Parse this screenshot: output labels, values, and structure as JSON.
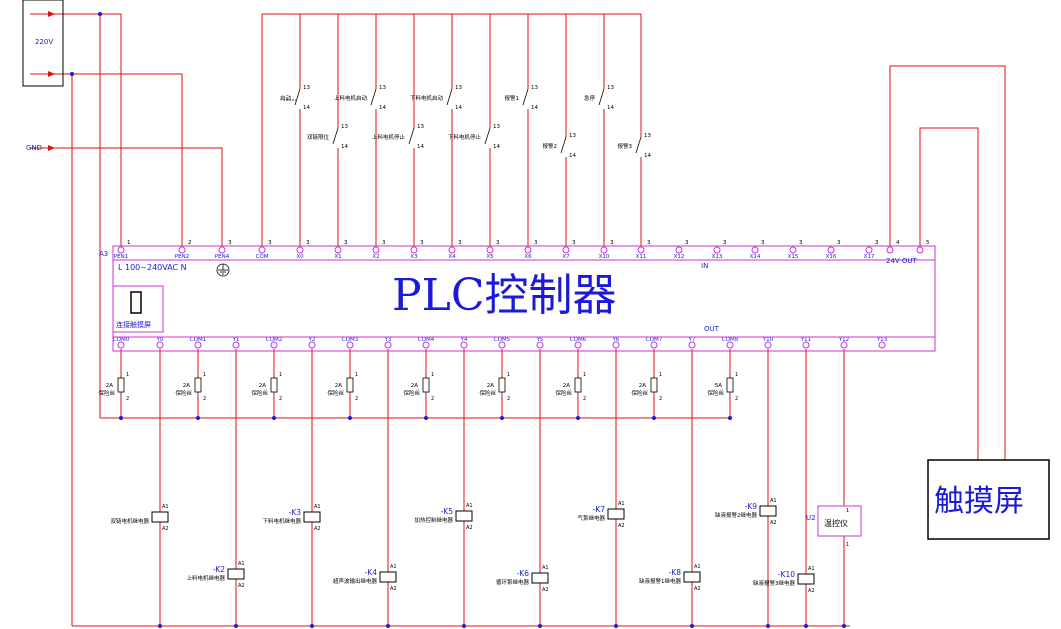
{
  "colors": {
    "wire": "#e01010",
    "plc": "#cc33cc",
    "node": "#1a1ad8",
    "text_blue": "#1a1ad8",
    "black": "#000000"
  },
  "power": {
    "voltage_label": "220V",
    "gnd_label": "GND"
  },
  "plc": {
    "title": "PLC控制器",
    "ref": "A3",
    "supply_text": "L 100~240VAC N",
    "in_label": "IN",
    "out_label": "OUT",
    "out24_label": "24V OUT",
    "connect_label": "连接触摸屏",
    "top_terminals": [
      "PEN1",
      "PEN2",
      "PEN4",
      "COM",
      "X0",
      "X1",
      "X2",
      "X3",
      "X4",
      "X5",
      "X6",
      "X7",
      "X10",
      "X11",
      "X12",
      "X13",
      "X14",
      "X15",
      "X16",
      "X17",
      "",
      ""
    ],
    "top_pins": [
      "1",
      "2",
      "3",
      "3",
      "3",
      "3",
      "3",
      "3",
      "3",
      "3",
      "3",
      "3",
      "3",
      "3",
      "3",
      "3",
      "3",
      "3",
      "3",
      "3",
      "4",
      "5"
    ],
    "bottom_terminals": [
      "COM0",
      "Y0",
      "COM1",
      "Y1",
      "COM2",
      "Y2",
      "COM3",
      "Y3",
      "COM4",
      "Y4",
      "COM5",
      "Y5",
      "COM6",
      "Y6",
      "COM7",
      "Y7",
      "COM8",
      "Y10",
      "Y11",
      "Y12",
      "Y13"
    ]
  },
  "switches": [
    {
      "label": "启动",
      "pin_a": "13",
      "pin_b": "14"
    },
    {
      "label": "双链限位",
      "pin_a": "13",
      "pin_b": "14"
    },
    {
      "label": "上料电机启动",
      "pin_a": "13",
      "pin_b": "14"
    },
    {
      "label": "上料电机停止",
      "pin_a": "13",
      "pin_b": "14"
    },
    {
      "label": "下料电机启动",
      "pin_a": "13",
      "pin_b": "14"
    },
    {
      "label": "下料电机停止",
      "pin_a": "13",
      "pin_b": "14"
    },
    {
      "label": "报警1",
      "pin_a": "13",
      "pin_b": "14"
    },
    {
      "label": "报警2",
      "pin_a": "13",
      "pin_b": "14"
    },
    {
      "label": "急停",
      "pin_a": "13",
      "pin_b": "14"
    },
    {
      "label": "报警3",
      "pin_a": "13",
      "pin_b": "14"
    }
  ],
  "fuses": [
    {
      "rating": "2A",
      "label": "保险丝"
    },
    {
      "rating": "2A",
      "label": "保险丝"
    },
    {
      "rating": "2A",
      "label": "保险丝"
    },
    {
      "rating": "2A",
      "label": "保险丝"
    },
    {
      "rating": "2A",
      "label": "保险丝"
    },
    {
      "rating": "2A",
      "label": "保险丝"
    },
    {
      "rating": "2A",
      "label": "保险丝"
    },
    {
      "rating": "2A",
      "label": "保险丝"
    },
    {
      "rating": "5A",
      "label": "保险丝"
    }
  ],
  "relays": [
    {
      "ref": "",
      "label": "双链电机继电器"
    },
    {
      "ref": "-K2",
      "label": "上料电机继电器"
    },
    {
      "ref": "-K3",
      "label": "下料电机继电器"
    },
    {
      "ref": "-K4",
      "label": "超声波输出继电器"
    },
    {
      "ref": "-K5",
      "label": "加热控制继电器"
    },
    {
      "ref": "-K6",
      "label": "循环泵继电器"
    },
    {
      "ref": "-K7",
      "label": "气泵继电器"
    },
    {
      "ref": "-K8",
      "label": "缺液报警1继电器"
    },
    {
      "ref": "-K9",
      "label": "缺液报警2继电器"
    },
    {
      "ref": "-K10",
      "label": "缺液报警3继电器"
    }
  ],
  "temp": {
    "ref": "U2",
    "label": "温控仪"
  },
  "touch": {
    "label": "触摸屏"
  }
}
